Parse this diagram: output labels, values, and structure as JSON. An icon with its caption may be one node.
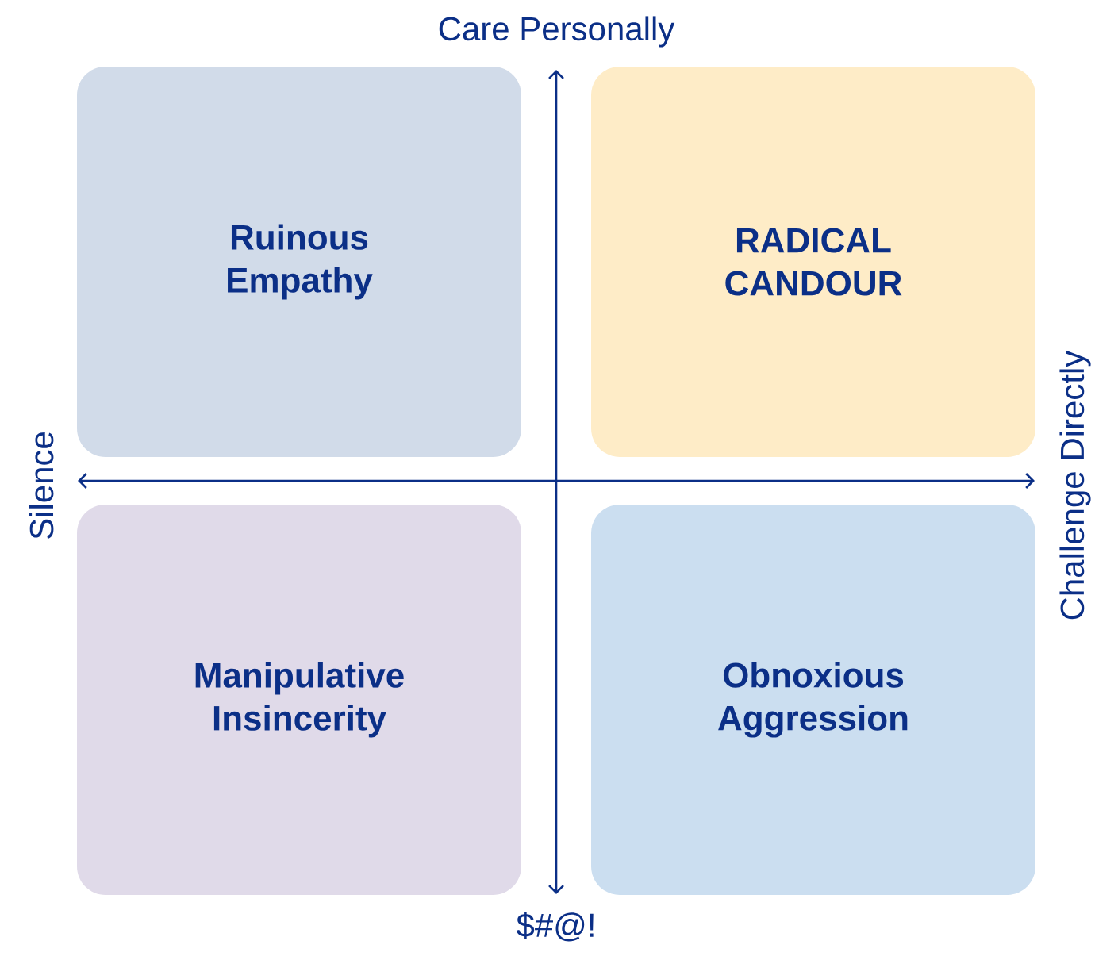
{
  "diagram": {
    "nodes": [
      {
        "text": [
          "Ruinous Empathy"
        ]
      },
      {
        "text": [
          "RADICAL CANDOUR"
        ]
      },
      {
        "text": [
          "Manipulative Insincerity"
        ]
      },
      {
        "text": [
          "Obnoxious Aggression"
        ]
      }
    ],
    "labels": [
      "Care Personally",
      "Silence",
      "Challenge Directly",
      "$#@!"
    ]
  }
}
